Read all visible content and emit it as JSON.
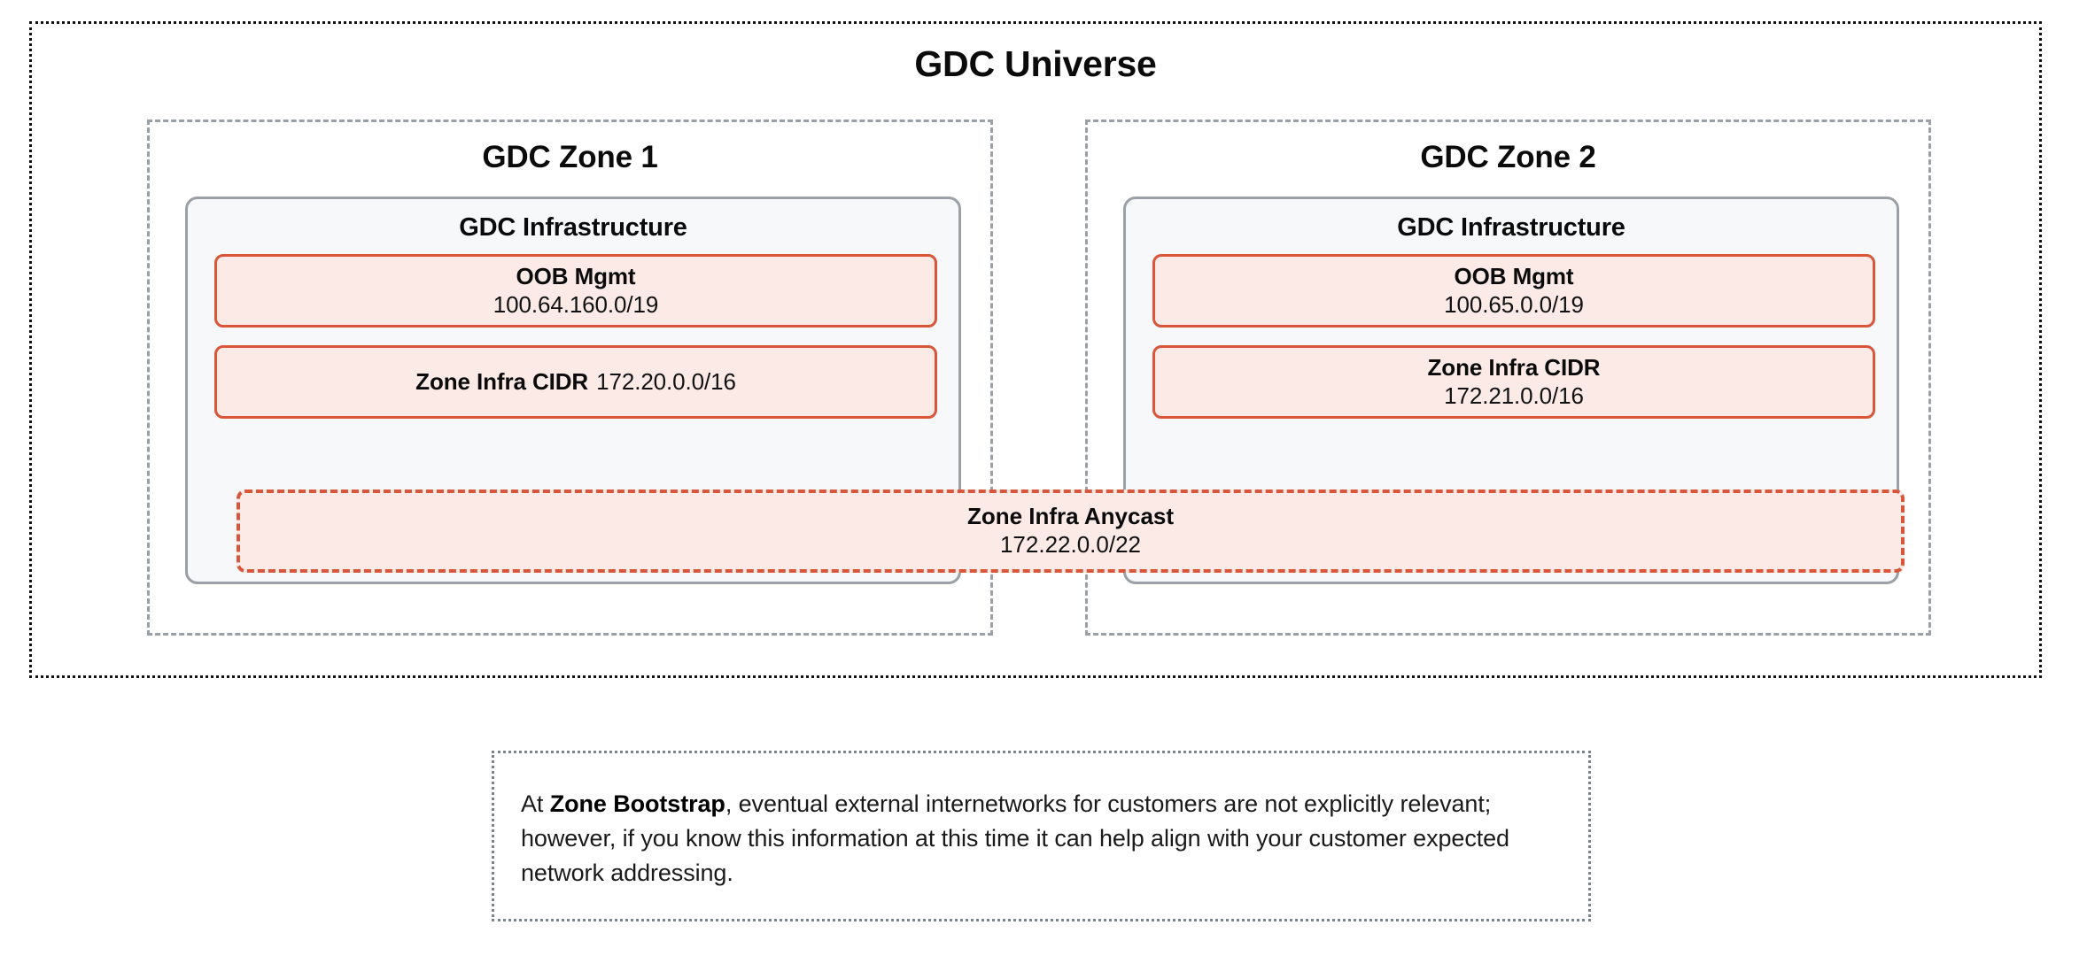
{
  "universe": {
    "title": "GDC Universe",
    "border_color": "#111111",
    "border_style": "dotted"
  },
  "zones": [
    {
      "title": "GDC Zone 1",
      "infrastructure": {
        "title": "GDC Infrastructure",
        "blocks": [
          {
            "name": "oob-mgmt",
            "label": "OOB Mgmt",
            "value": "100.64.160.0/19",
            "layout": "stacked"
          },
          {
            "name": "zone-infra-cidr",
            "label": "Zone Infra CIDR",
            "value": "172.20.0.0/16",
            "layout": "inline"
          }
        ]
      }
    },
    {
      "title": "GDC Zone 2",
      "infrastructure": {
        "title": "GDC Infrastructure",
        "blocks": [
          {
            "name": "oob-mgmt",
            "label": "OOB Mgmt",
            "value": "100.65.0.0/19",
            "layout": "stacked"
          },
          {
            "name": "zone-infra-cidr",
            "label": "Zone Infra CIDR",
            "value": "172.21.0.0/16",
            "layout": "stacked"
          }
        ]
      }
    }
  ],
  "anycast": {
    "label": "Zone Infra Anycast",
    "value": "172.22.0.0/22",
    "border_color": "#d9563a",
    "border_style": "dashed",
    "fill_color": "#fbeae6"
  },
  "note": {
    "prefix": "At ",
    "emphasis": "Zone Bootstrap",
    "body": ", eventual external internetworks for customers are not explicitly relevant; however, if you know this information at this time it can help align with your customer expected network addressing.",
    "border_color": "#7b848c",
    "border_style": "dotted"
  },
  "palette": {
    "network_border": "#d9563a",
    "network_fill": "#fbeae6",
    "infra_border": "#9aa0a6",
    "infra_fill": "#f6f8fa",
    "zone_border": "#9aa0a6",
    "text": "#0b0b0b"
  }
}
